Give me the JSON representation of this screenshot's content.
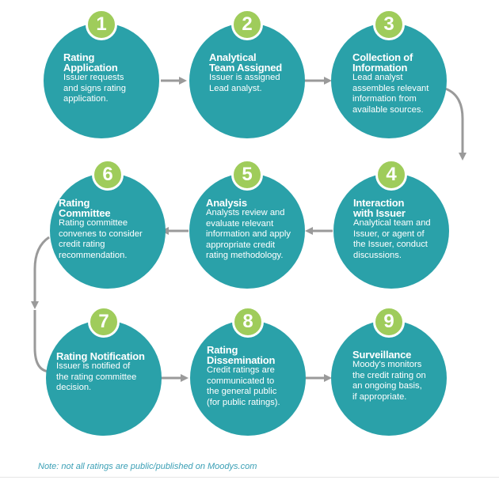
{
  "colors": {
    "circle": "#2aa1a9",
    "badge": "#9fcc5b",
    "connector": "#9a9a9a",
    "note": "#3a9fb5"
  },
  "steps": [
    {
      "number": "1",
      "title": "Rating\nApplication",
      "description": "Issuer requests\nand signs rating\napplication."
    },
    {
      "number": "2",
      "title": "Analytical\nTeam Assigned",
      "description": "Issuer is assigned\nLead analyst."
    },
    {
      "number": "3",
      "title": "Collection of\nInformation",
      "description": "Lead analyst\nassembles relevant\ninformation from\navailable sources."
    },
    {
      "number": "4",
      "title": "Interaction\nwith Issuer",
      "description": "Analytical team and\nIssuer, or agent of\nthe Issuer, conduct\ndiscussions."
    },
    {
      "number": "5",
      "title": "Analysis",
      "description": "Analysts review and\nevaluate relevant\ninformation and apply\nappropriate credit\nrating methodology."
    },
    {
      "number": "6",
      "title": "Rating\nCommittee",
      "description": "Rating committee\nconvenes to consider\ncredit rating\nrecommendation."
    },
    {
      "number": "7",
      "title": "Rating Notification",
      "description": "Issuer is notified of\nthe rating committee\ndecision."
    },
    {
      "number": "8",
      "title": "Rating\nDissemination",
      "description": "Credit ratings are\ncommunicated to\nthe general public\n(for public ratings)."
    },
    {
      "number": "9",
      "title": "Surveillance",
      "description": "Moody's monitors\nthe credit rating on\nan ongoing basis,\nif appropriate."
    }
  ],
  "note": "Note: not all ratings are public/published on Moodys.com"
}
